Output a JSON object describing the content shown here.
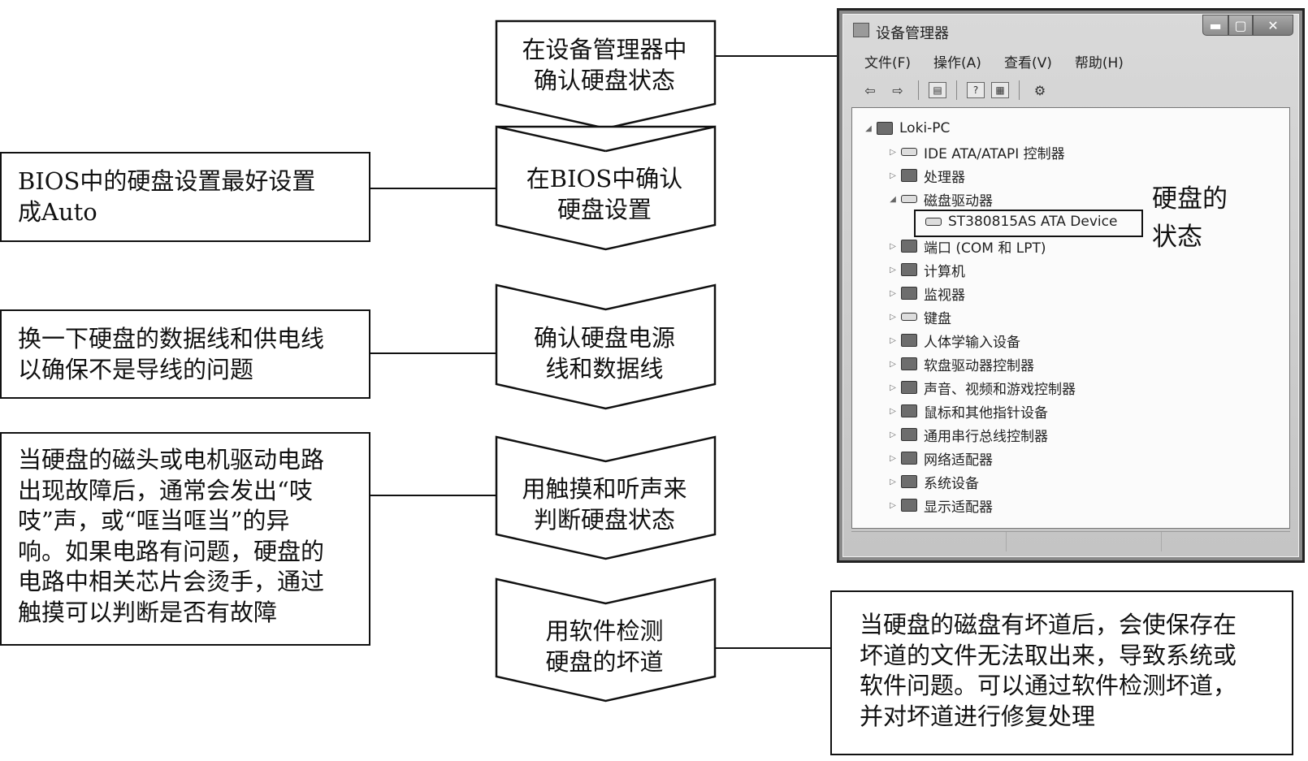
{
  "steps": [
    {
      "text": "在设备管理器中\n确认硬盘状态"
    },
    {
      "text": "在BIOS中确认\n硬盘设置"
    },
    {
      "text": "确认硬盘电源\n线和数据线"
    },
    {
      "text": "用触摸和听声来\n判断硬盘状态"
    },
    {
      "text": "用软件检测\n硬盘的坏道"
    }
  ],
  "notes": {
    "bios": "BIOS中的硬盘设置最好设置\n成Auto",
    "cable": "换一下硬盘的数据线和供电线\n以确保不是导线的问题",
    "touch": "当硬盘的磁头或电机驱动电路\n出现故障后，通常会发出“吱\n吱”声，或“哐当哐当”的异\n响。如果电路有问题，硬盘的\n电路中相关芯片会烫手，通过\n触摸可以判断是否有故障",
    "bad_sector": "当硬盘的磁盘有坏道后，会使保存在\n坏道的文件无法取出来，导致系统或\n软件问题。可以通过软件检测坏道，\n并对坏道进行修复处理"
  },
  "device_manager": {
    "title": "设备管理器",
    "window_buttons": {
      "minimize": "▬",
      "maximize": "▢",
      "close": "✕"
    },
    "menu": [
      "文件(F)",
      "操作(A)",
      "查看(V)",
      "帮助(H)"
    ],
    "toolbar_icons": [
      "back-arrow-icon",
      "forward-arrow-icon",
      "properties-icon",
      "help-icon",
      "view-icon",
      "scan-hardware-icon"
    ],
    "root": "Loki-PC",
    "items": [
      "IDE ATA/ATAPI 控制器",
      "处理器",
      "磁盘驱动器",
      "ST380815AS ATA Device",
      "端口 (COM 和 LPT)",
      "计算机",
      "监视器",
      "键盘",
      "人体学输入设备",
      "软盘驱动器控制器",
      "声音、视频和游戏控制器",
      "鼠标和其他指针设备",
      "通用串行总线控制器",
      "网络适配器",
      "系统设备",
      "显示适配器"
    ]
  },
  "callout": "硬盘的\n状态"
}
